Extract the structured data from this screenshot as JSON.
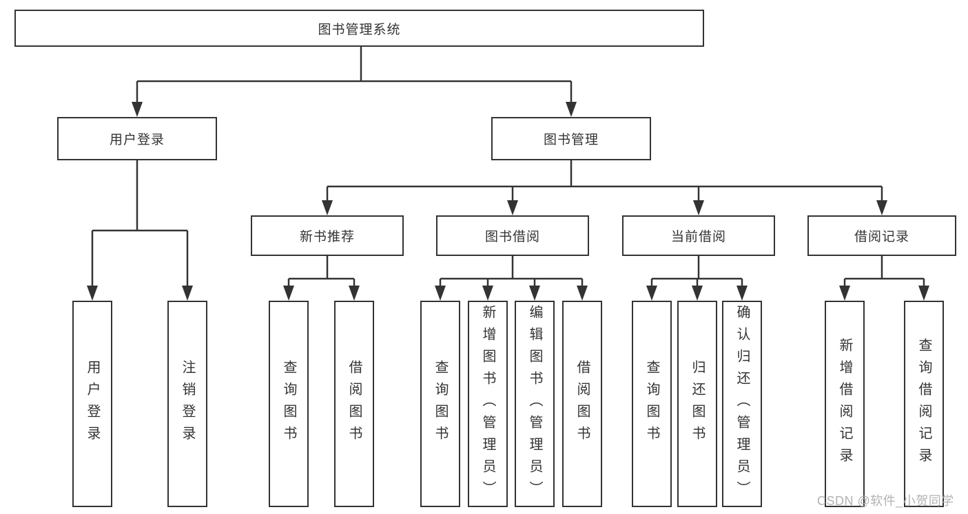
{
  "diagram": {
    "title": "图书管理系统",
    "type": "tree",
    "root": {
      "label": "图书管理系统"
    },
    "level2": [
      {
        "label": "用户登录",
        "parent": "图书管理系统"
      },
      {
        "label": "图书管理",
        "parent": "图书管理系统"
      }
    ],
    "level3": [
      {
        "label": "新书推荐",
        "parent": "图书管理"
      },
      {
        "label": "图书借阅",
        "parent": "图书管理"
      },
      {
        "label": "当前借阅",
        "parent": "图书管理"
      },
      {
        "label": "借阅记录",
        "parent": "图书管理"
      }
    ],
    "leaves": [
      {
        "label": "用户登录",
        "parent": "用户登录"
      },
      {
        "label": "注销登录",
        "parent": "用户登录"
      },
      {
        "label": "查询图书",
        "parent": "新书推荐"
      },
      {
        "label": "借阅图书",
        "parent": "新书推荐"
      },
      {
        "label": "查询图书",
        "parent": "图书借阅"
      },
      {
        "label": "新增图书（管理员）",
        "parent": "图书借阅"
      },
      {
        "label": "编辑图书（管理员）",
        "parent": "图书借阅"
      },
      {
        "label": "借阅图书",
        "parent": "图书借阅"
      },
      {
        "label": "查询图书",
        "parent": "当前借阅"
      },
      {
        "label": "归还图书",
        "parent": "当前借阅"
      },
      {
        "label": "确认归还（管理员）",
        "parent": "当前借阅"
      },
      {
        "label": "新增借阅记录",
        "parent": "借阅记录"
      },
      {
        "label": "查询借阅记录",
        "parent": "借阅记录"
      }
    ]
  },
  "watermark": {
    "text": "CSDN @软件_小贺同学",
    "color": "#b2b2b2"
  },
  "colors": {
    "line": "#333333",
    "box_border": "#333333",
    "text": "#333333",
    "background": "#ffffff"
  }
}
